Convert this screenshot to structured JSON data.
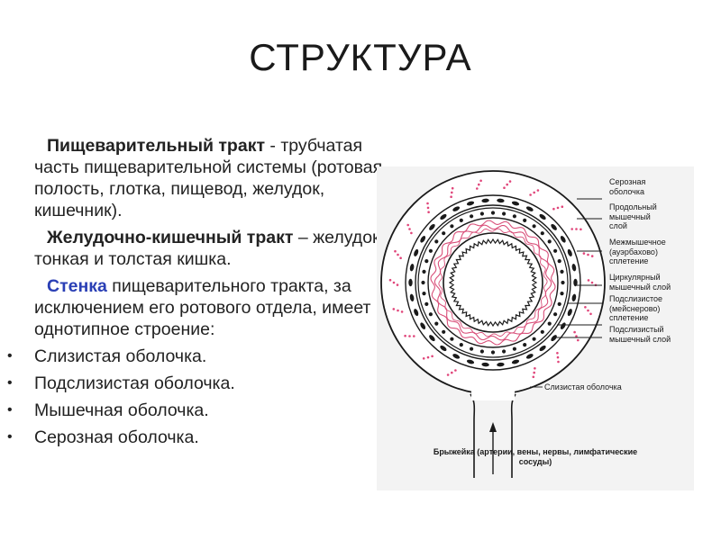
{
  "title": "СТРУКТУРА",
  "paragraphs": {
    "p1_lead": "Пищеварительный тракт",
    "p1_rest": " - трубчатая часть пищеварительной системы (ротовая полость, глотка, пищевод, желудок, кишечник).",
    "p2_lead": "Желудочно-кишечный тракт",
    "p2_rest": " – желудок, тонкая и толстая кишка.",
    "p3_lead": "Стенка",
    "p3_rest": " пищеварительного тракта, за исключением его ротового отдела, имеет однотипное строение:"
  },
  "bullets": [
    "Слизистая оболочка.",
    "Подслизистая оболочка.",
    "Мышечная оболочка.",
    "Серозная оболочка."
  ],
  "bullet_glyph": "•",
  "figure": {
    "labels": {
      "serous": "Серозная\nоболочка",
      "longitudinal": "Продольный\nмышечный\nслой",
      "auerbach": "Межмышечное\n(ауэрбахово)\nсплетение",
      "circular": "Циркулярный\nмышечный слой",
      "meissner": "Подслизистое\n(мейснерово)\nсплетение",
      "submucosal_muscle": "Подслизистый\nмышечный слой",
      "mucosa": "Слизистая оболочка",
      "mesentery": "Брыжейка\n(артерии, вены, нервы,\nлимфатические сосуды)"
    },
    "colors": {
      "wave": "#d9507a",
      "dots": "#e0457a",
      "ink": "#1a1a1a"
    }
  }
}
